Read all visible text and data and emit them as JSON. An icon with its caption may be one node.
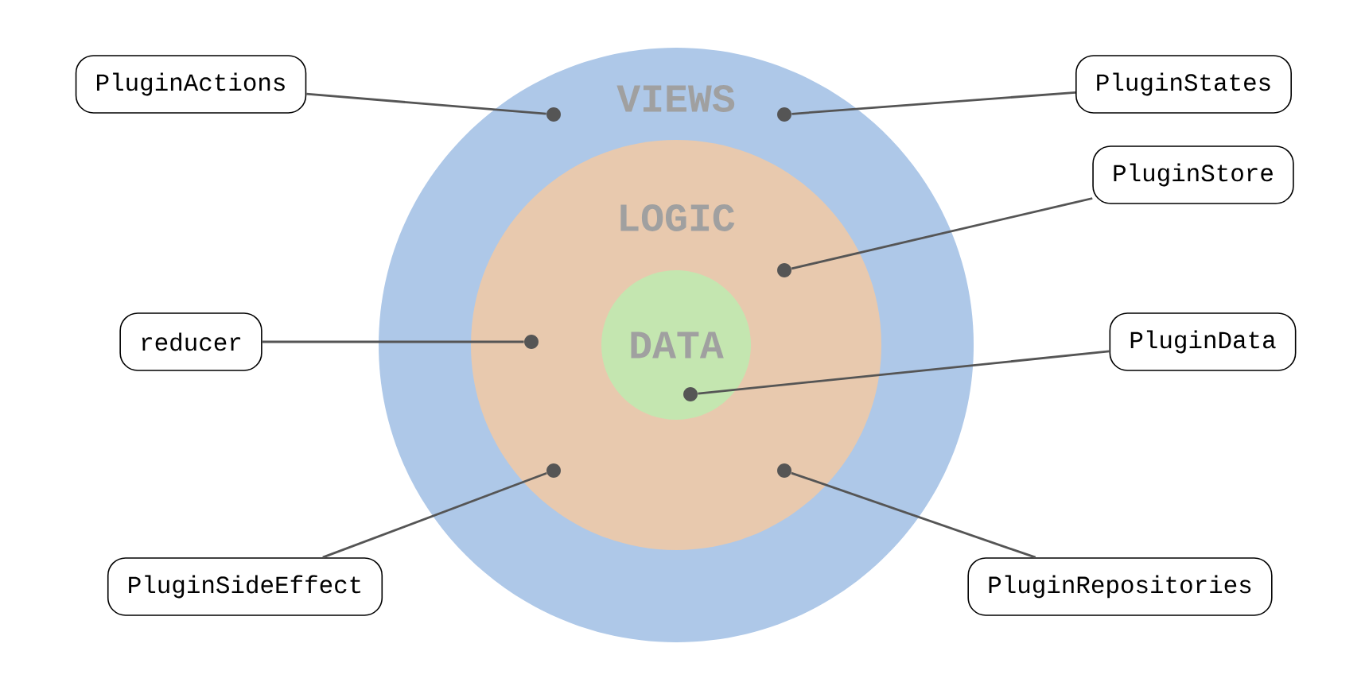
{
  "diagram": {
    "nodes": [
      {
        "text": [
          "VIEWS"
        ]
      },
      {
        "text": [
          "LOGIC"
        ],
        "in": 0
      },
      {
        "text": [
          "DATA"
        ],
        "in": 1
      },
      {
        "text": [
          "PluginActions"
        ]
      },
      {
        "text": [
          "PluginStates"
        ]
      },
      {
        "text": [
          "PluginStore"
        ]
      },
      {
        "text": [
          "reducer"
        ]
      },
      {
        "text": [
          "PluginData"
        ]
      },
      {
        "text": [
          "PluginSideEffect"
        ]
      },
      {
        "text": [
          "PluginRepositories"
        ]
      },
      {
        "text": [],
        "shape": "circle",
        "in": 0
      },
      {
        "text": [],
        "shape": "circle",
        "in": 0
      },
      {
        "text": [],
        "shape": "circle",
        "in": 1
      },
      {
        "text": [],
        "shape": "circle",
        "in": 1
      },
      {
        "text": [],
        "shape": "circle",
        "in": 2
      },
      {
        "text": [],
        "shape": "circle",
        "in": 1
      },
      {
        "text": [],
        "shape": "circle",
        "in": 1
      }
    ],
    "edges": [
      {
        "from": 3,
        "to": 10,
        "arrow": "none"
      },
      {
        "from": 4,
        "to": 11,
        "arrow": "none"
      },
      {
        "from": 5,
        "to": 12,
        "arrow": "none"
      },
      {
        "from": 6,
        "to": 13,
        "arrow": "none"
      },
      {
        "from": 7,
        "to": 14,
        "arrow": "none"
      },
      {
        "from": 8,
        "to": 15,
        "arrow": "none"
      },
      {
        "from": 9,
        "to": 16,
        "arrow": "none"
      }
    ]
  }
}
